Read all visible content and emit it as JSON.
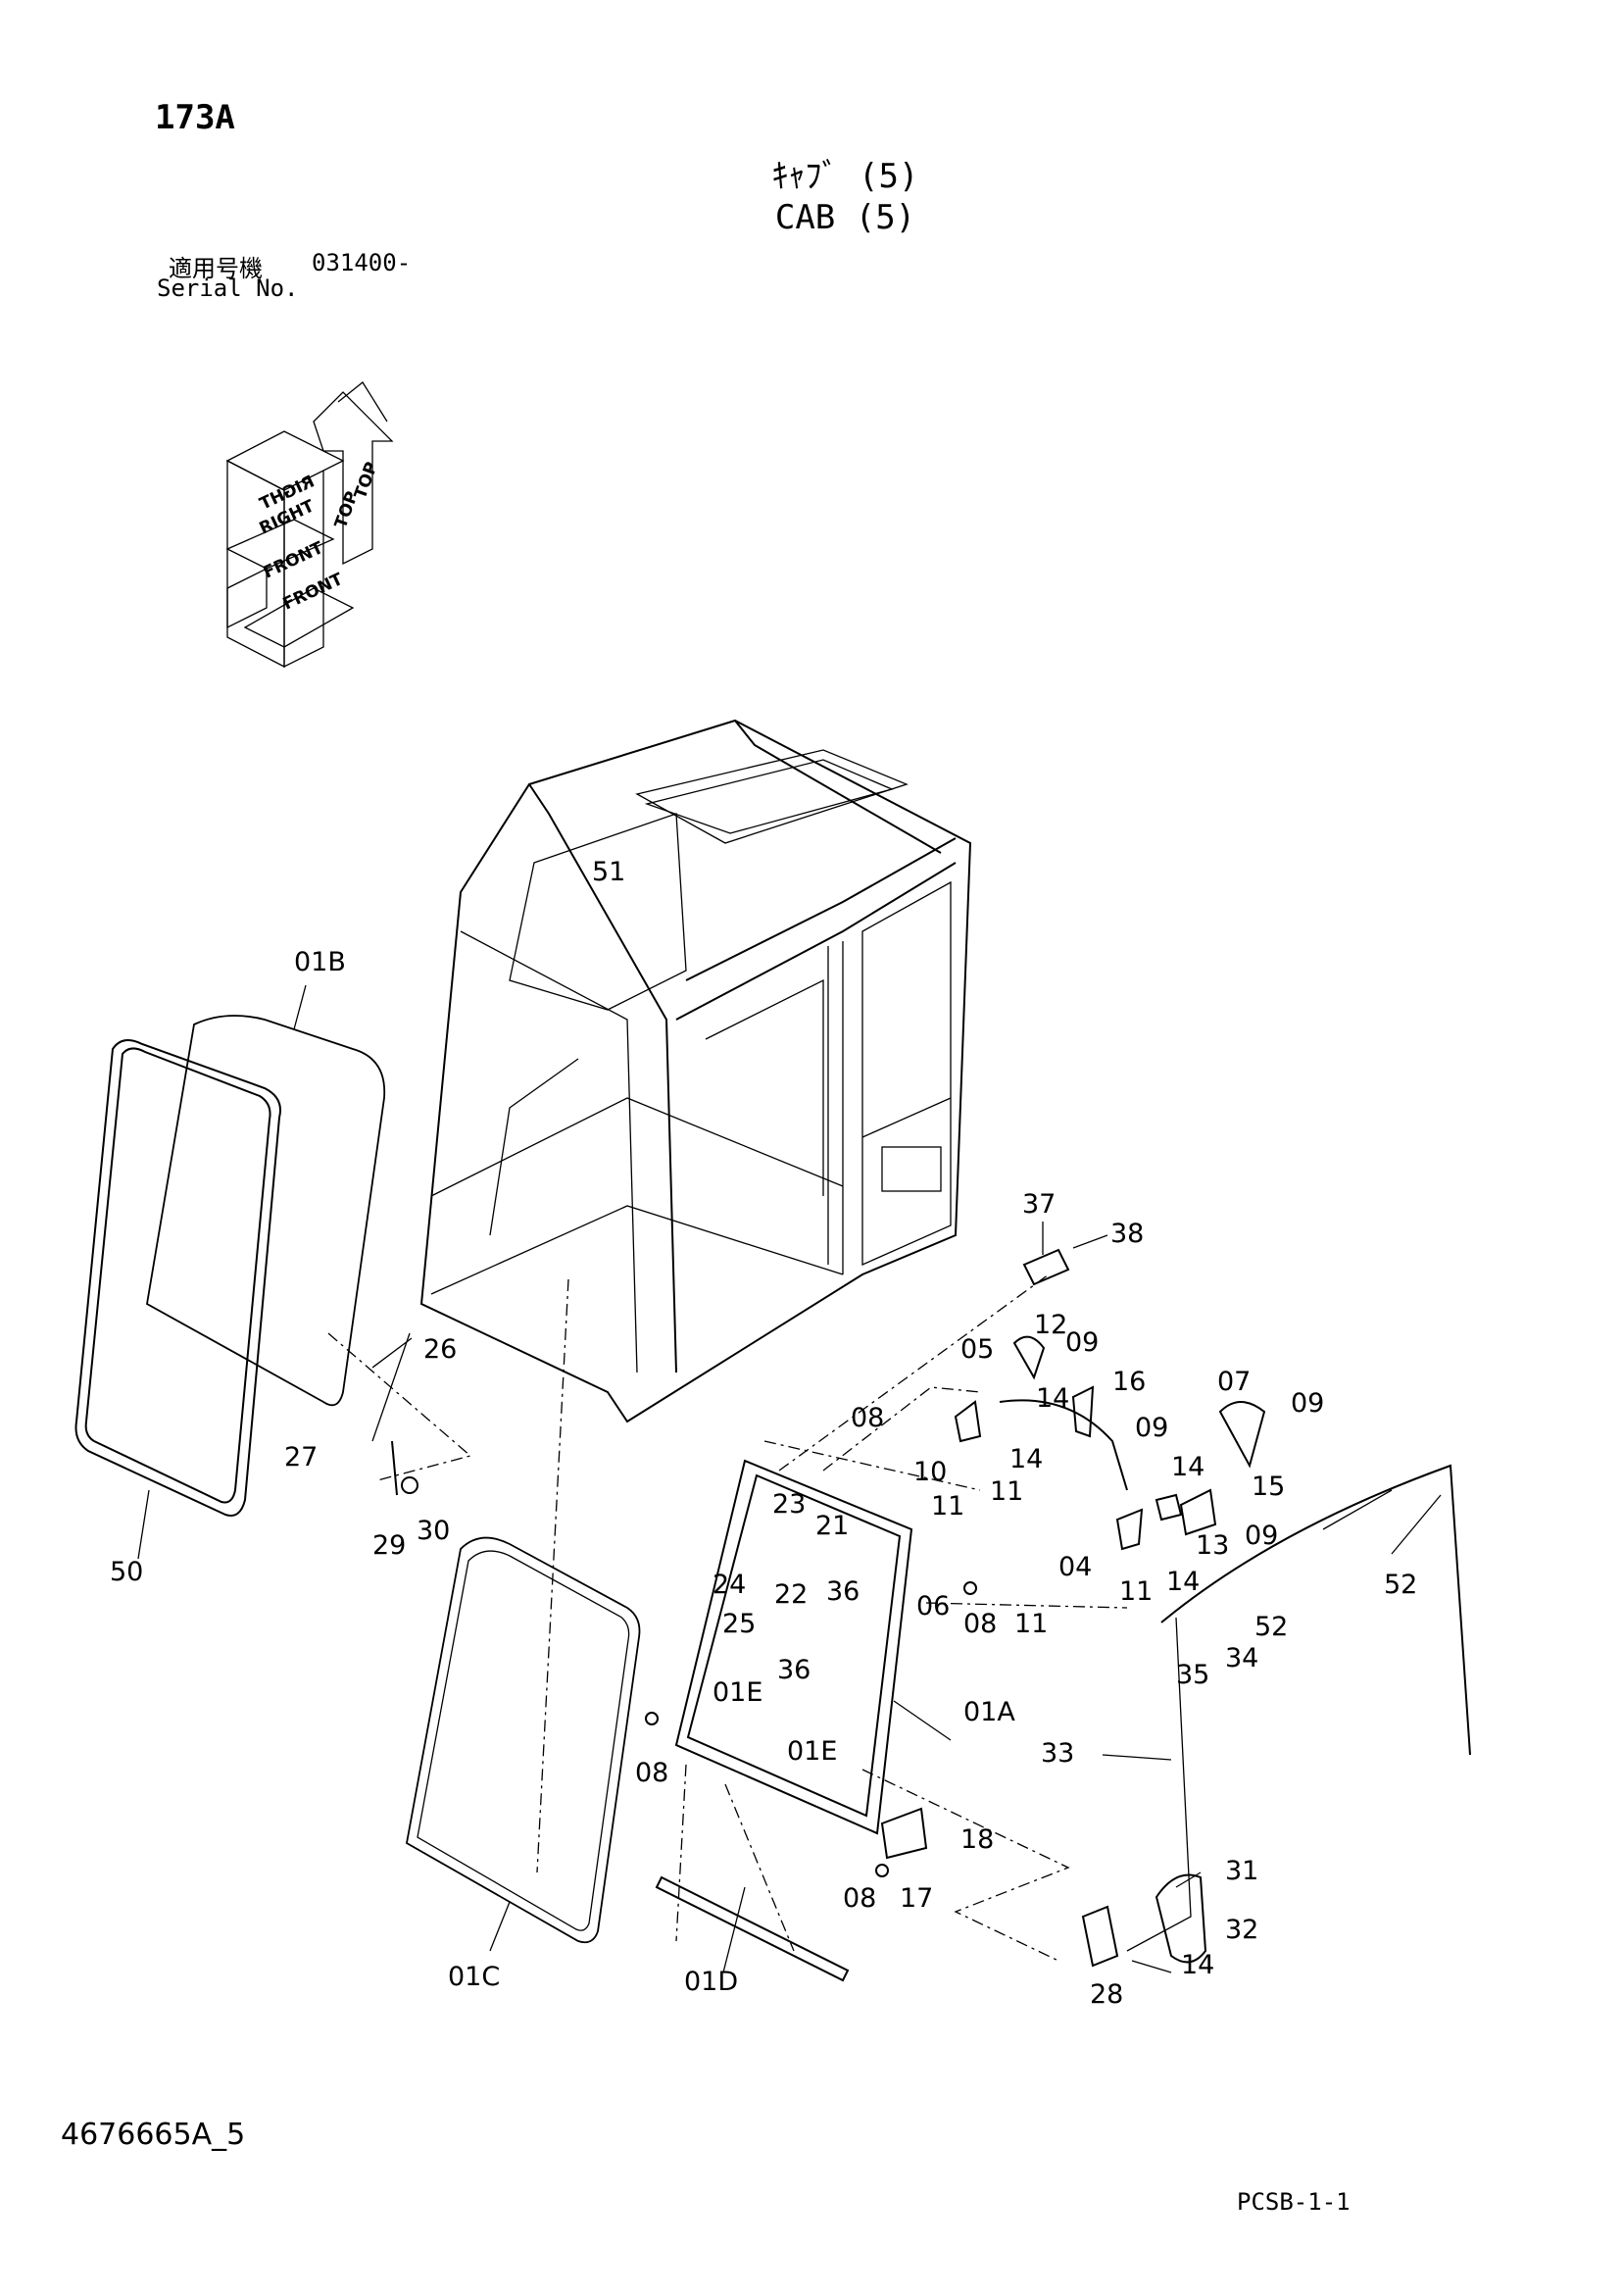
{
  "header": {
    "page_no": "173A",
    "title_jp": "ｷｬﾌﾞ (5)",
    "title_en": "CAB (5)",
    "serial_label_jp": "適用号機",
    "serial_value": "031400-",
    "serial_label_en": "Serial No."
  },
  "orientation": {
    "top": "TOP",
    "right": "RIGHT",
    "front": "FRONT"
  },
  "callouts": {
    "c51": "51",
    "c01B": "01B",
    "c26": "26",
    "c27": "27",
    "c29": "29",
    "c30": "30",
    "c50": "50",
    "c37": "37",
    "c38": "38",
    "c12": "12",
    "c05": "05",
    "c09a": "09",
    "c16": "16",
    "c07": "07",
    "c09b": "09",
    "c14a": "14",
    "c09c": "09",
    "c08a": "08",
    "c14b": "14",
    "c14c": "14",
    "c15": "15",
    "c10": "10",
    "c11a": "11",
    "c11b": "11",
    "c09d": "09",
    "c13": "13",
    "c23": "23",
    "c21": "21",
    "c04": "04",
    "c14d": "14",
    "c11c": "11",
    "c24": "24",
    "c22": "22",
    "c36a": "36",
    "c06": "06",
    "c08b": "08",
    "c11d": "11",
    "c52a": "52",
    "c52b": "52",
    "c25": "25",
    "c34": "34",
    "c35": "35",
    "c36b": "36",
    "c01E_a": "01E",
    "c01A": "01A",
    "c33": "33",
    "c08c": "08",
    "c01E_b": "01E",
    "c18": "18",
    "c17": "17",
    "c08d": "08",
    "c31": "31",
    "c32": "32",
    "c14e": "14",
    "c28": "28",
    "c01C": "01C",
    "c01D": "01D"
  },
  "footer": {
    "doc_number": "4676665A_5",
    "page_code": "PCSB-1-1"
  }
}
